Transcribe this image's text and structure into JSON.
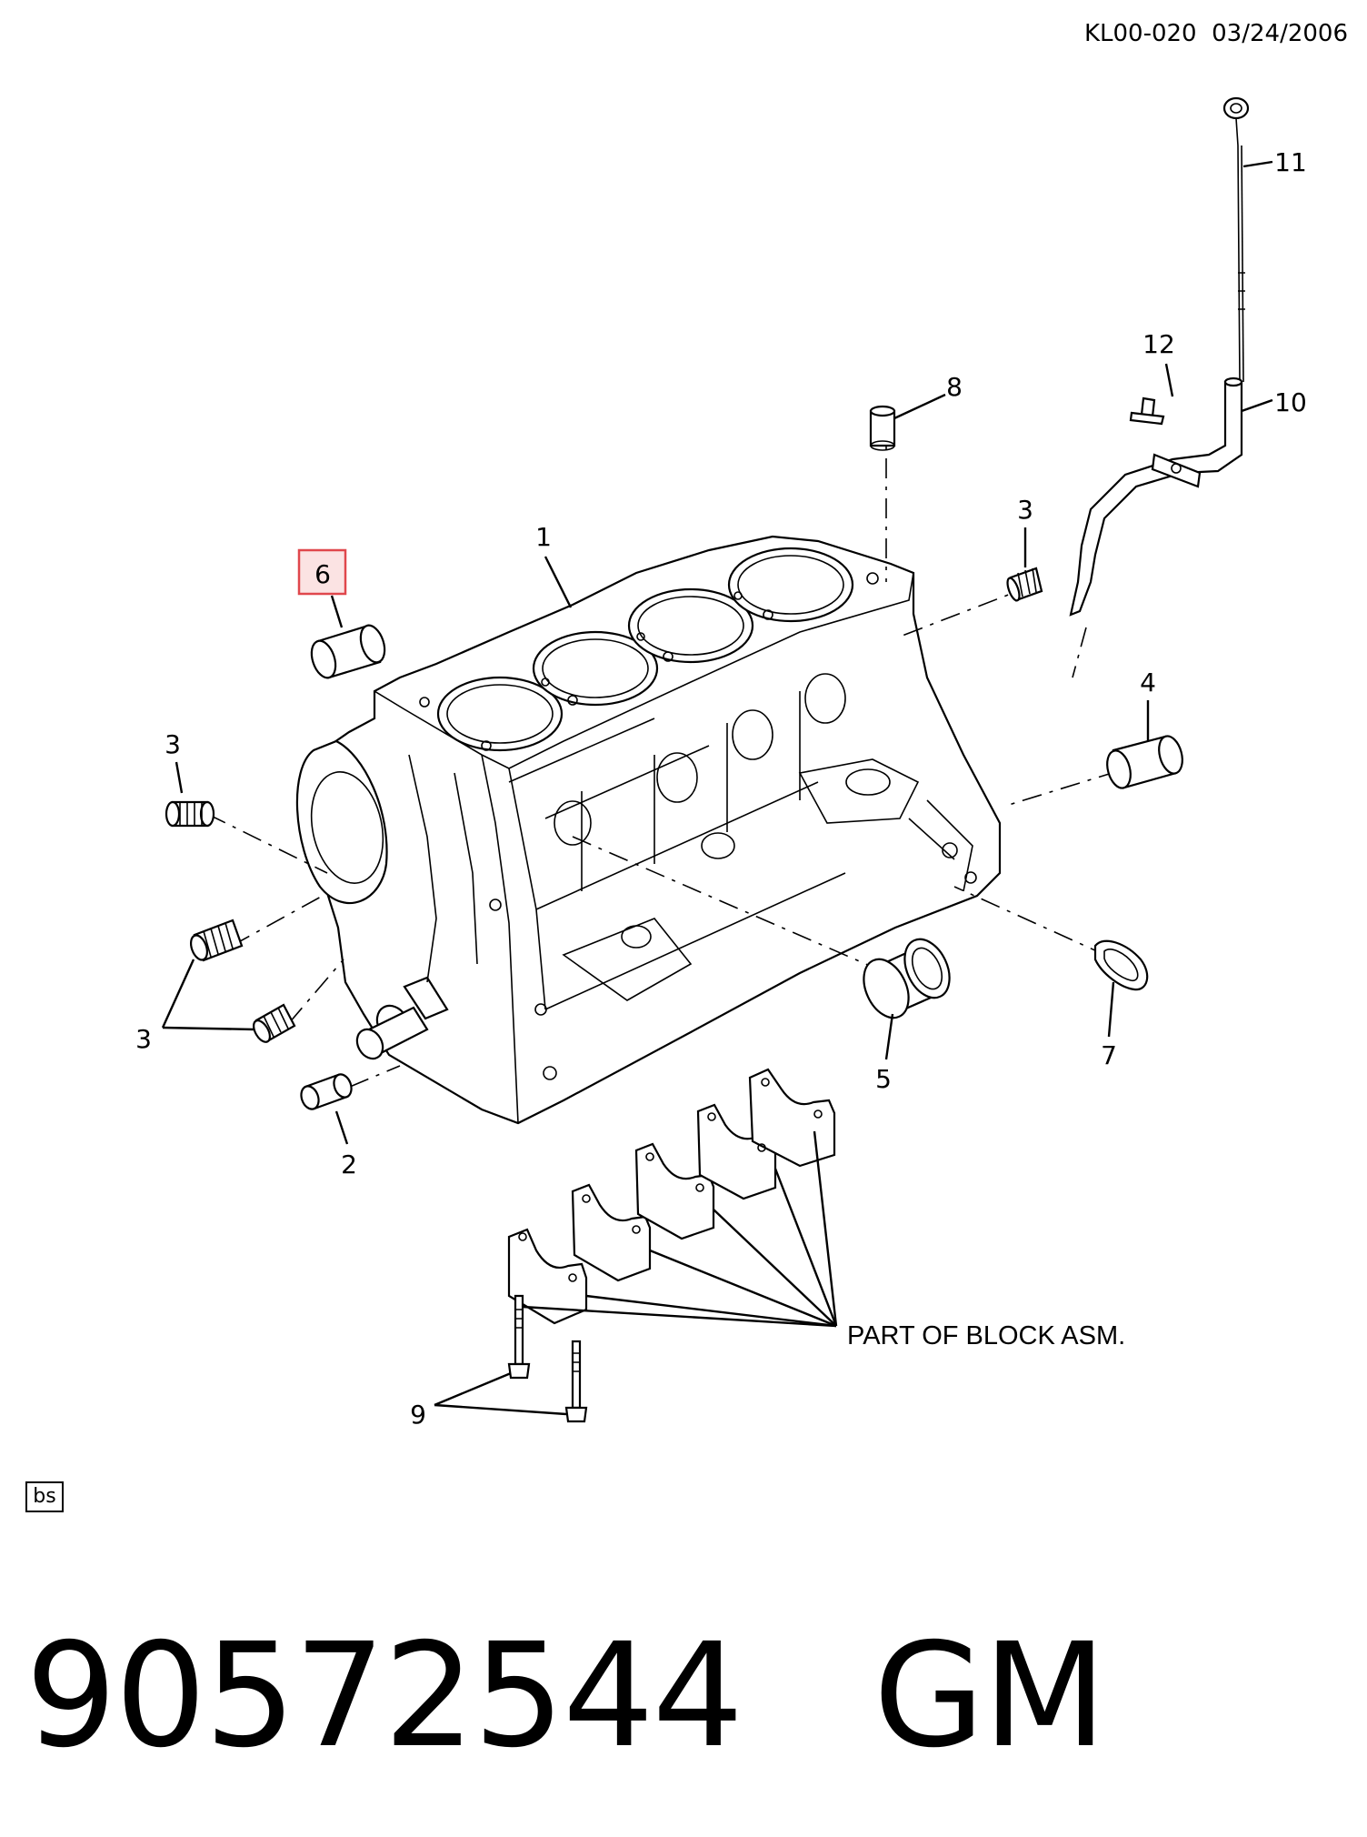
{
  "header": {
    "code": "KL00-020",
    "date": "03/24/2006"
  },
  "callouts": {
    "c1": "1",
    "c2": "2",
    "c3a": "3",
    "c3b": "3",
    "c3c": "3",
    "c4": "4",
    "c5": "5",
    "c6": "6",
    "c7": "7",
    "c8": "8",
    "c9": "9",
    "c10": "10",
    "c11": "11",
    "c12": "12"
  },
  "note": "PART OF BLOCK ASM.",
  "badge": "bs",
  "footer": {
    "part_number": "90572544",
    "brand": "GM"
  },
  "highlight_color": "#e0474c"
}
